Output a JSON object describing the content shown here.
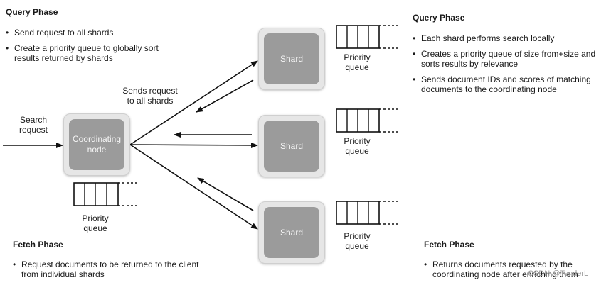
{
  "left_query": {
    "heading": "Query Phase",
    "bullets": [
      "Send request to all shards",
      "Create a priority queue to globally sort results returned by shards"
    ]
  },
  "right_query": {
    "heading": "Query Phase",
    "bullets": [
      "Each shard performs search locally",
      "Creates a priority queue of size from+size and sorts results by relevance",
      "Sends document IDs and scores of matching documents to the coordinating node"
    ]
  },
  "left_fetch": {
    "heading": "Fetch Phase",
    "bullets": [
      "Request documents to be returned to the client from individual shards"
    ]
  },
  "right_fetch": {
    "heading": "Fetch Phase",
    "bullets": [
      "Returns documents requested by the coordinating node after enriching them"
    ]
  },
  "labels": {
    "search_request": "Search request",
    "sends_request": "Sends request to all shards",
    "priority_queue": "Priority queue"
  },
  "nodes": {
    "coordinating": "Coordinating node",
    "shard": "Shard"
  },
  "watermark": "CSDN @TenderL"
}
